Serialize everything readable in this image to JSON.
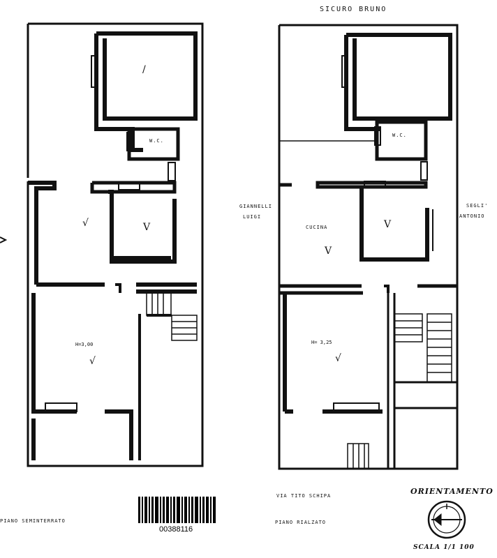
{
  "labels": {
    "neighbour_top": "SICURO BRUNO",
    "neighbour_left_1": "GIANNELLI",
    "neighbour_left_2": "LUIGI",
    "neighbour_right_1": "SEGLI'",
    "neighbour_right_2": "ANTONIO",
    "room_wc_left": "W.C.",
    "room_wc_right": "W.C.",
    "room_cucina": "CUCINA",
    "height_left": "H=3,00",
    "height_right": "H= 3,25",
    "street": "VIA TITO SCHIPA",
    "floor_left": "PIANO SEMINTERRATO",
    "floor_right": "PIANO RIALZATO",
    "orientation": "ORIENTAMENTO",
    "scale": "SCALA 1/1 100",
    "barcode_number": "00388116"
  },
  "marks": {
    "room_check_left_1": "/",
    "room_check_left_2": "√",
    "room_check_left_3": "V",
    "room_check_left_4": "√",
    "room_check_right_1": "V",
    "room_check_right_2": "V",
    "room_check_right_3": "√"
  },
  "colors": {
    "ink": "#111111",
    "paper": "#ffffff"
  }
}
